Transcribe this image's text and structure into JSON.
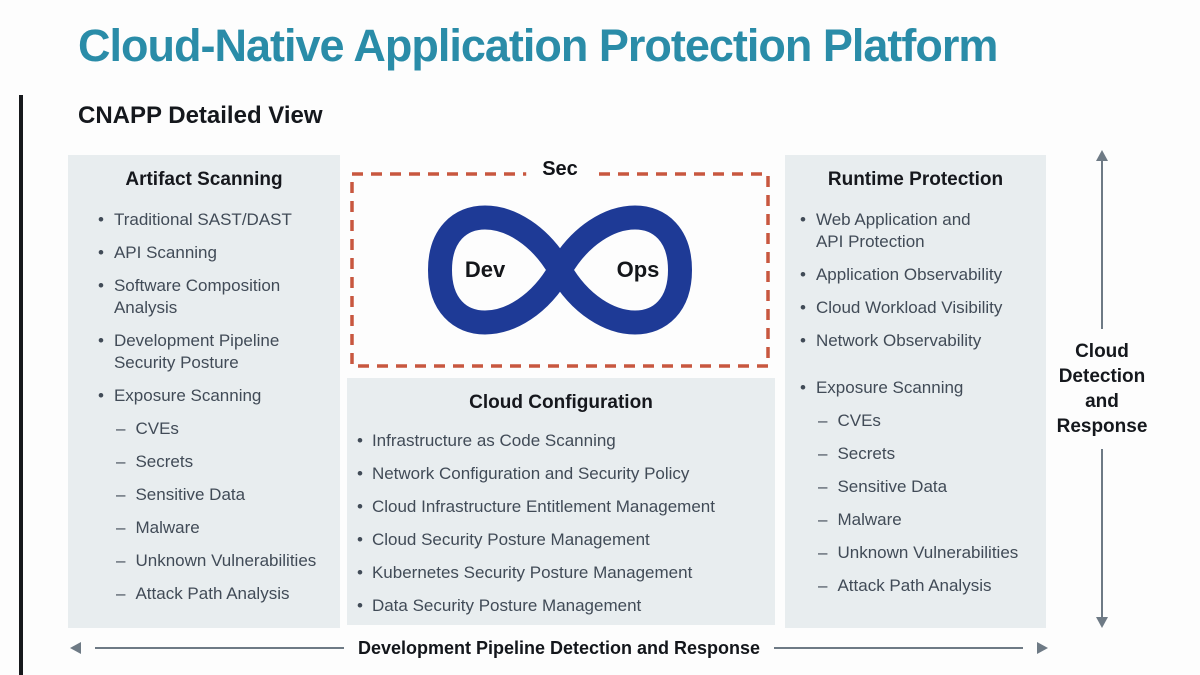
{
  "page": {
    "title": "Cloud-Native Application Protection Platform",
    "subtitle": "CNAPP Detailed View"
  },
  "colors": {
    "title_teal": "#2a8ca8",
    "panel_bg": "#e8edef",
    "infinity_blue": "#1e3a96",
    "dashed_border": "#c8573f",
    "arrow_gray": "#6e7a85",
    "body_text": "#414b57"
  },
  "markers": {
    "bullet": "•",
    "dash": "–"
  },
  "artifact_scanning": {
    "title": "Artifact Scanning",
    "items": [
      "Traditional SAST/DAST",
      "API Scanning",
      "Software Composition\nAnalysis",
      "Development Pipeline\nSecurity Posture",
      "Exposure Scanning"
    ],
    "sub_items": [
      "CVEs",
      "Secrets",
      "Sensitive Data",
      "Malware",
      "Unknown Vulnerabilities",
      "Attack Path Analysis"
    ]
  },
  "devsecops": {
    "sec_label": "Sec",
    "dev_label": "Dev",
    "ops_label": "Ops"
  },
  "cloud_configuration": {
    "title": "Cloud Configuration",
    "items": [
      "Infrastructure as Code Scanning",
      "Network Configuration and Security Policy",
      "Cloud Infrastructure Entitlement Management",
      "Cloud Security Posture Management",
      "Kubernetes Security Posture Management",
      "Data Security Posture Management"
    ]
  },
  "runtime_protection": {
    "title": "Runtime Protection",
    "items": [
      "Web Application and\nAPI Protection",
      "Application Observability",
      "Cloud Workload Visibility",
      "Network Observability",
      "Exposure Scanning"
    ],
    "sub_items": [
      "CVEs",
      "Secrets",
      "Sensitive Data",
      "Malware",
      "Unknown Vulnerabilities",
      "Attack Path Analysis"
    ]
  },
  "cloud_detection_response": {
    "label": "Cloud\nDetection\nand\nResponse"
  },
  "bottom_axis": {
    "label": "Development Pipeline Detection and Response"
  }
}
